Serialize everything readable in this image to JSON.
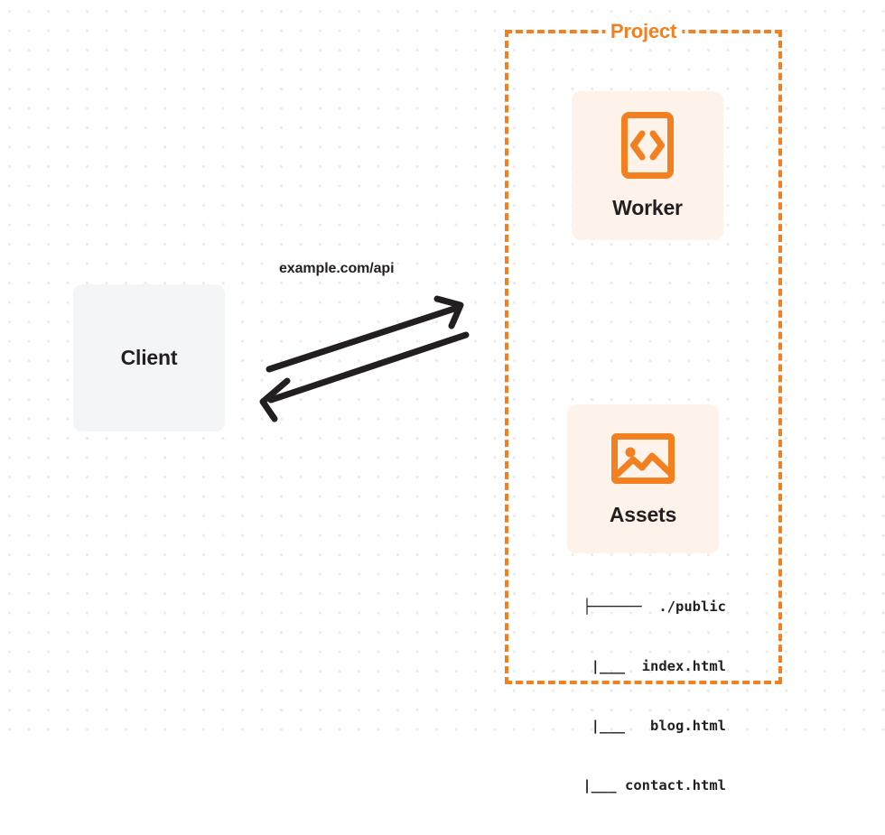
{
  "diagram": {
    "type": "architecture-diagram",
    "background": "dot-grid",
    "colors": {
      "accent_orange": "#f38020",
      "card_background": "#fdf3ea",
      "client_background": "#f4f5f7",
      "text": "#231f20",
      "grid_dot": "#ececec",
      "canvas": "#ffffff"
    }
  },
  "client": {
    "label": "Client",
    "icon": "client-box-icon"
  },
  "project": {
    "title": "Project",
    "border_style": "dashed",
    "services": [
      {
        "id": "worker",
        "label": "Worker",
        "icon": "code-brackets-icon"
      },
      {
        "id": "assets",
        "label": "Assets",
        "icon": "image-picture-icon"
      }
    ]
  },
  "connection": {
    "label": "example.com/api",
    "direction": "bidirectional",
    "outbound_arrow": "arrow-right-icon",
    "inbound_arrow": "arrow-left-icon"
  },
  "file_tree": {
    "rows": [
      {
        "connector": "├─────",
        "name": "./public"
      },
      {
        "connector": "|___",
        "name": "index.html"
      },
      {
        "connector": "|___",
        "name": "blog.html"
      },
      {
        "connector": "|___",
        "name": "contact.html"
      }
    ],
    "lines": [
      "├──────  ./public",
      "    |___  index.html",
      "    |___   blog.html",
      "    |___ contact.html"
    ]
  }
}
